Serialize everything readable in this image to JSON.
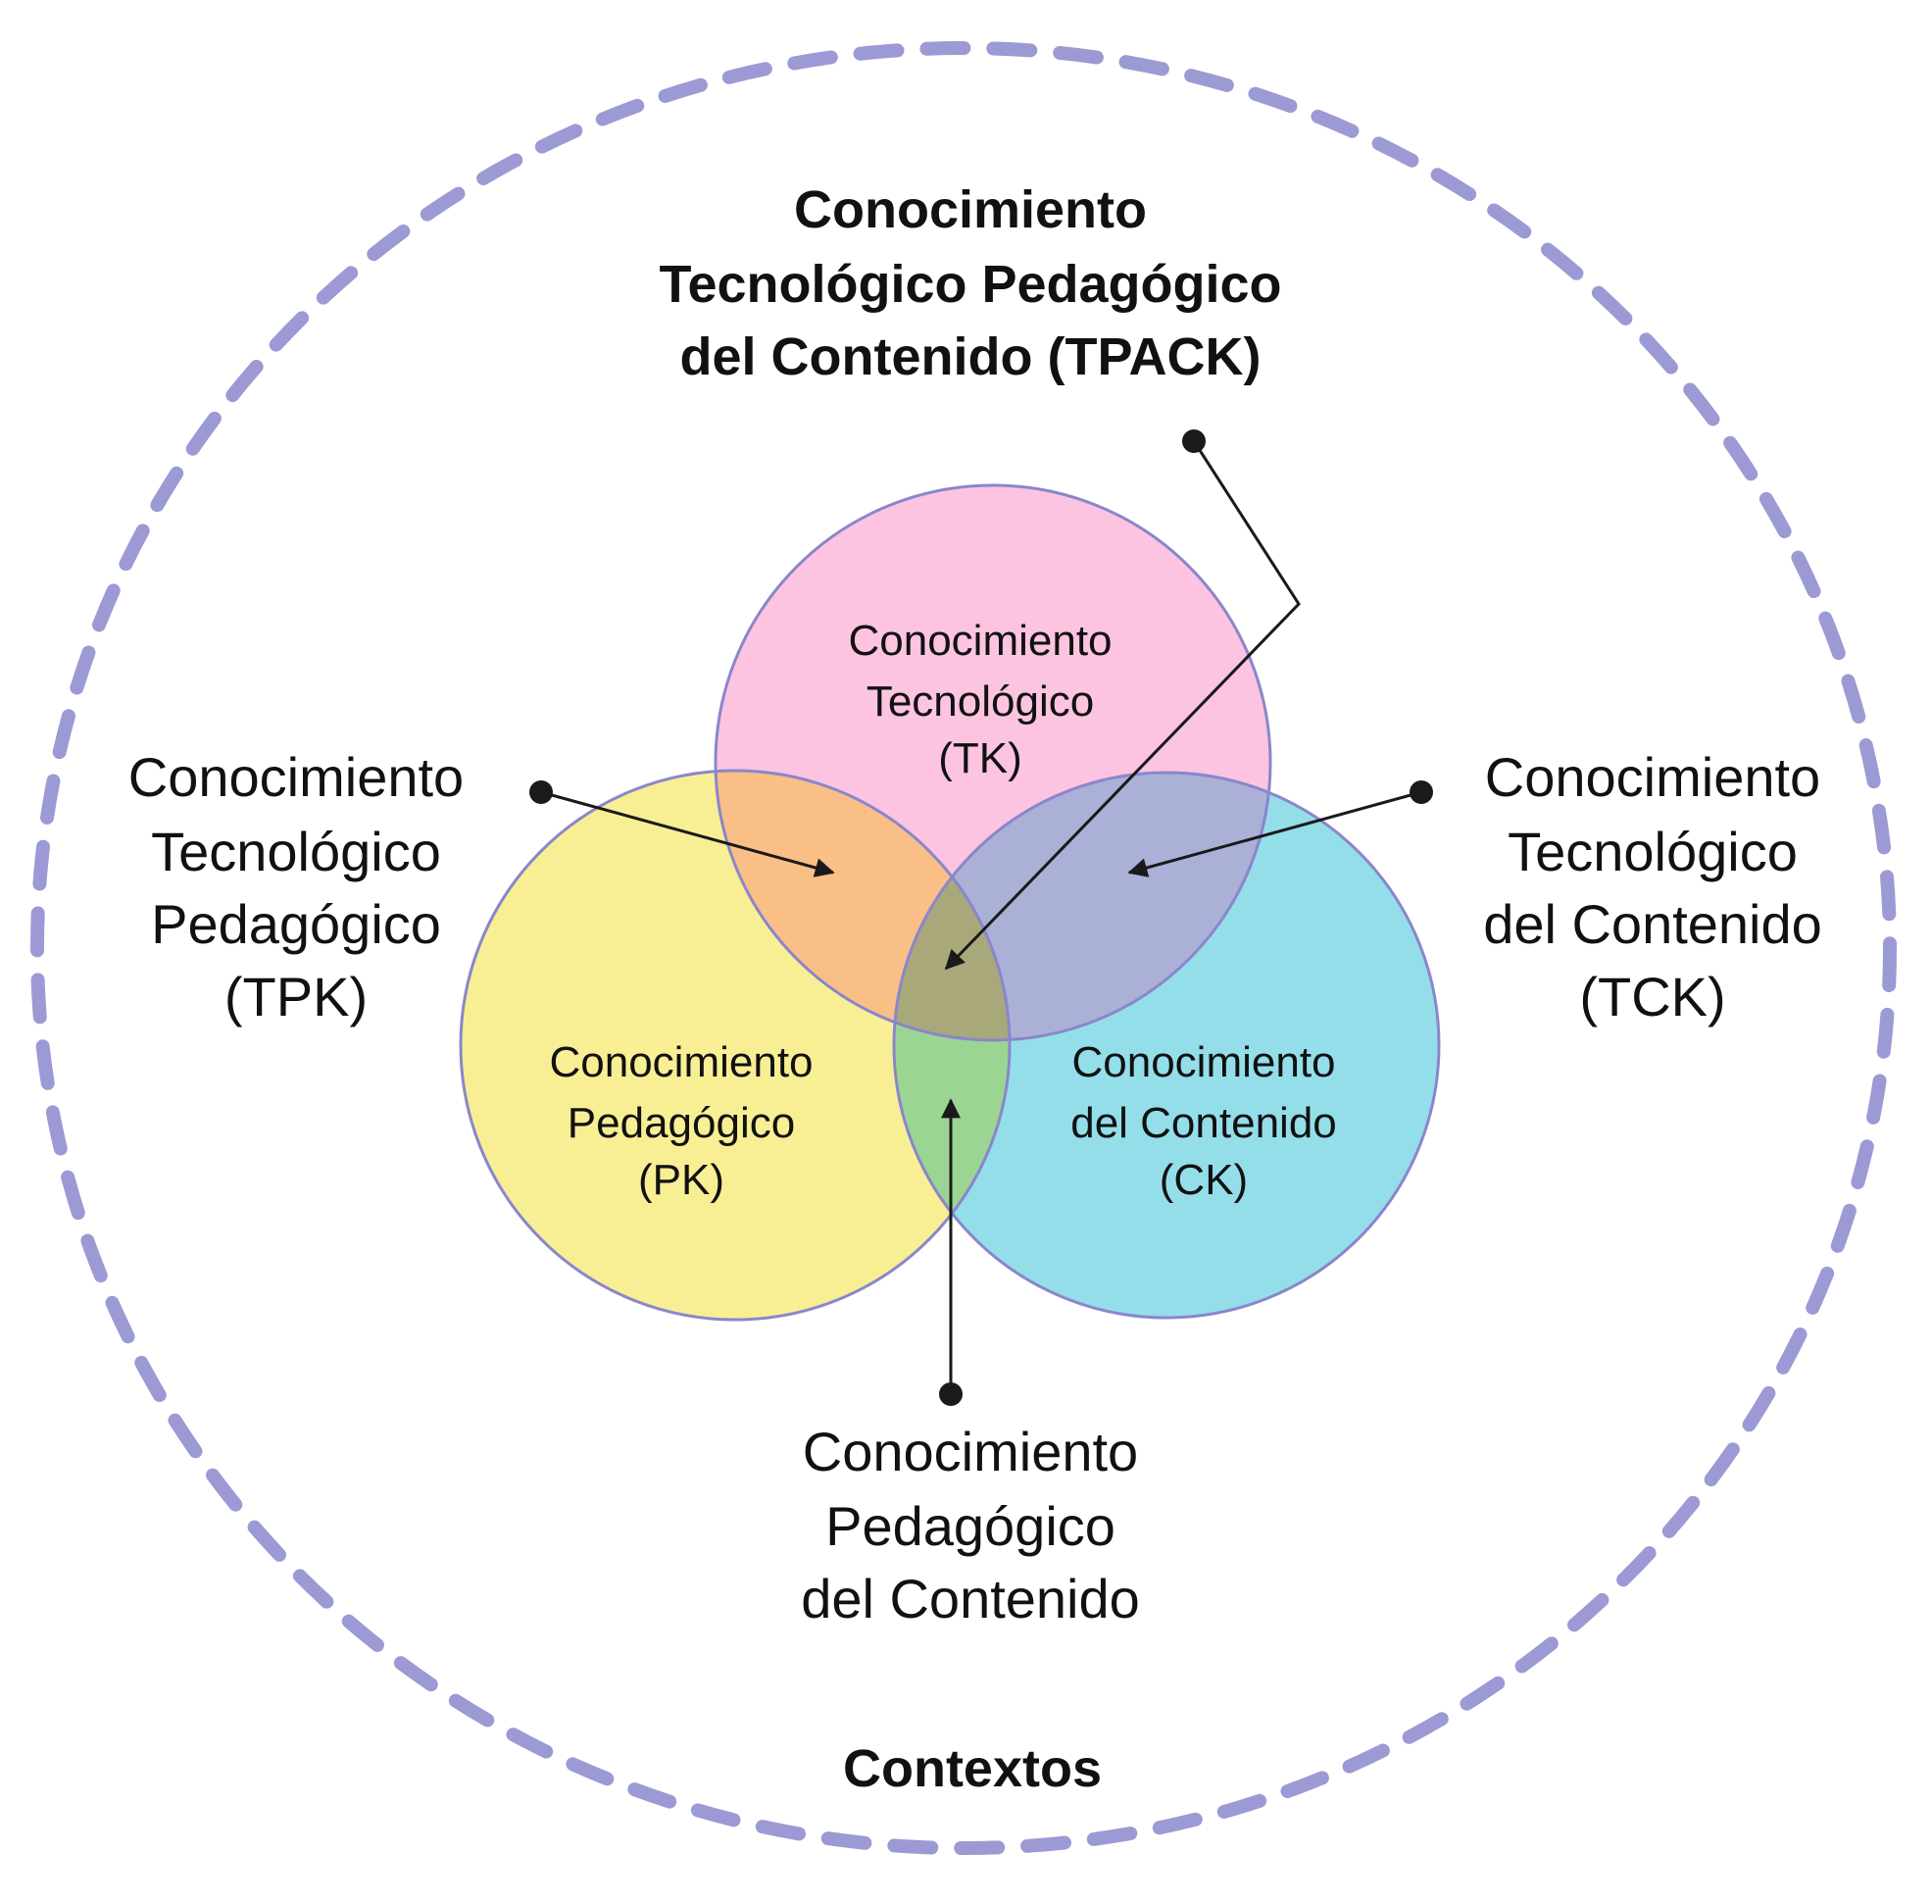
{
  "colors": {
    "context_border": "#9c9ad4",
    "circle_border": "#8a86cc",
    "tk_fill": "#fcc4e0",
    "pk_fill": "#f8ef94",
    "ck_fill": "#94deea",
    "tpk_fill": "#f9bf86",
    "tck_fill": "#aab0d6",
    "pck_fill": "#9ad691",
    "tpack_fill": "#a8a87a",
    "connector": "#1a1a1a"
  },
  "title": {
    "line1": "Conocimiento",
    "line2": "Tecnológico Pedagógico",
    "line3": "del Contenido (TPACK)"
  },
  "circles": {
    "tk": {
      "line1": "Conocimiento",
      "line2": "Tecnológico",
      "line3": "(TK)"
    },
    "pk": {
      "line1": "Conocimiento",
      "line2": "Pedagógico",
      "line3": "(PK)"
    },
    "ck": {
      "line1": "Conocimiento",
      "line2": "del Contenido",
      "line3": "(CK)"
    }
  },
  "labels": {
    "tpk": {
      "line1": "Conocimiento",
      "line2": "Tecnológico",
      "line3": "Pedagógico",
      "line4": "(TPK)"
    },
    "tck": {
      "line1": "Conocimiento",
      "line2": "Tecnológico",
      "line3": "del Contenido",
      "line4": "(TCK)"
    },
    "pck": {
      "line1": "Conocimiento",
      "line2": "Pedagógico",
      "line3": "del Contenido"
    }
  },
  "context_label": "Contextos"
}
